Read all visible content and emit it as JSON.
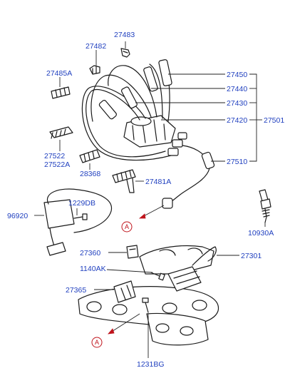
{
  "parts": {
    "p27483": "27483",
    "p27482": "27482",
    "p27485A": "27485A",
    "p27450": "27450",
    "p27440": "27440",
    "p27430": "27430",
    "p27420": "27420",
    "p27501": "27501",
    "p27522": "27522",
    "p27522A": "27522A",
    "p28368": "28368",
    "p27510": "27510",
    "p27481A": "27481A",
    "p1229DB": "1229DB",
    "p96920": "96920",
    "p10930A": "10930A",
    "p27360": "27360",
    "p27301": "27301",
    "p1140AK": "1140AK",
    "p27365": "27365",
    "p1231BG": "1231BG"
  },
  "markers": {
    "ref_upper": "A",
    "ref_lower": "A"
  },
  "colors": {
    "label": "#1f3fbf",
    "marker": "#c0141c",
    "line": "#1a1a1a"
  }
}
